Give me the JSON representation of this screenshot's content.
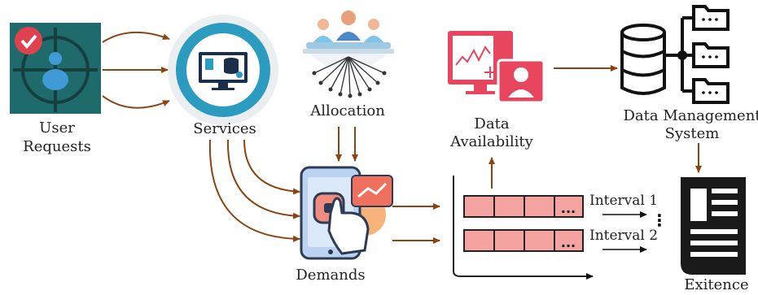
{
  "colors": {
    "arrow_brown": "#8b4513",
    "arrow_black": "#111111",
    "teal_dark": "#1f6b6b",
    "teal_ring": "#2b9bc0",
    "user_blue": "#3f9ad6",
    "alert_red": "#e0414f",
    "monitor_pink": "#e8465f",
    "queue_fill": "#f4a3a0",
    "doc_black": "#1a1a1a"
  },
  "nodes": {
    "user_requests": {
      "line1": "User",
      "line2": "Requests",
      "icon": "user-target-icon"
    },
    "services": {
      "label": "Services",
      "icon": "services-monitor-icon"
    },
    "allocation": {
      "label": "Allocation",
      "icon": "team-network-icon"
    },
    "data_availability": {
      "line1": "Data",
      "line2": "Availability",
      "icon": "monitor-profile-icon"
    },
    "data_management": {
      "line1": "Data Management",
      "line2": "System",
      "icon": "database-folders-icon"
    },
    "demands": {
      "label": "Demands",
      "icon": "tablet-touch-icon"
    },
    "exitence": {
      "label": "Exitence",
      "icon": "document-icon"
    }
  },
  "queues": [
    {
      "label": "Interval 1",
      "cells": 4,
      "trailing": "..."
    },
    {
      "label": "Interval 2",
      "cells": 4,
      "trailing": "..."
    }
  ],
  "vertical_ellipsis": "⋮"
}
